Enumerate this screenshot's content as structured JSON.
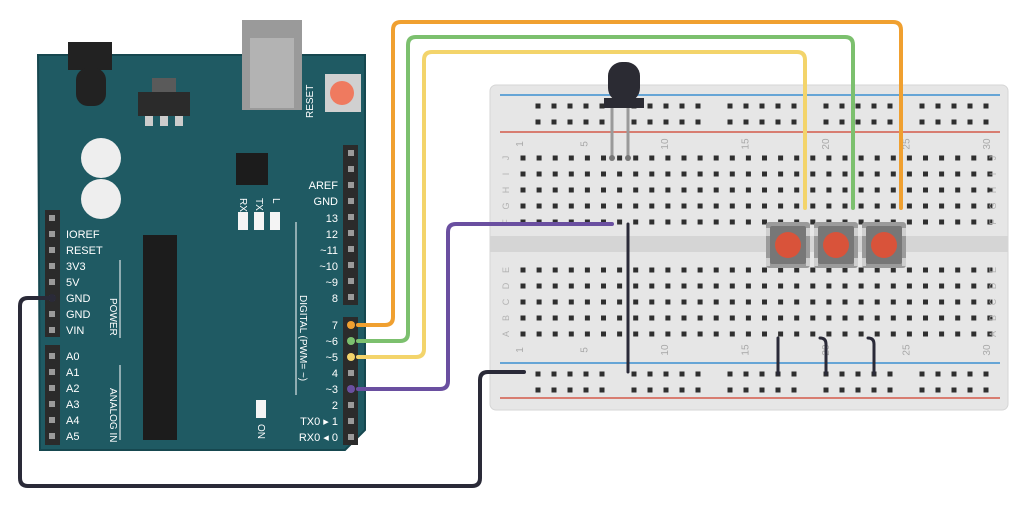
{
  "colors": {
    "arduino_board": "#1f5a63",
    "board_outline": "#16474f",
    "breadboard": "#e6e6e6",
    "rail_blue": "#3c8fd1",
    "rail_red": "#d45a4a",
    "wire_orange": "#f0a030",
    "wire_green": "#7cc06e",
    "wire_yellow": "#f3d46b",
    "wire_purple": "#6a4fa0",
    "wire_black": "#2a2a38",
    "button_cap": "#d9533a",
    "reset_button": "#ef7a5f"
  },
  "arduino": {
    "reset_label": "RESET",
    "aref": "AREF",
    "gnd_top": "GND",
    "digital_pins": [
      "13",
      "12",
      "~11",
      "~10",
      "~9",
      "8",
      "7",
      "~6",
      "~5",
      "4",
      "~3",
      "2",
      "TX0 ▸ 1",
      "RX0 ◂ 0"
    ],
    "digital_label": "DIGITAL (PWM= ~)",
    "power_pins": [
      "IOREF",
      "RESET",
      "3V3",
      "5V",
      "GND",
      "GND",
      "VIN"
    ],
    "power_label": "POWER",
    "analog_pins": [
      "A0",
      "A1",
      "A2",
      "A3",
      "A4",
      "A5"
    ],
    "analog_label": "ANALOG IN",
    "led_labels": [
      "RX",
      "TX",
      "L"
    ],
    "on_label": "ON"
  },
  "breadboard": {
    "column_numbers": [
      "1",
      "5",
      "10",
      "15",
      "20",
      "25",
      "30"
    ],
    "rows_top": [
      "J",
      "I",
      "H",
      "G",
      "F"
    ],
    "rows_bottom": [
      "E",
      "D",
      "C",
      "B",
      "A"
    ]
  },
  "components": {
    "ir_receiver": "ir-receiver",
    "pushbuttons": 3
  }
}
